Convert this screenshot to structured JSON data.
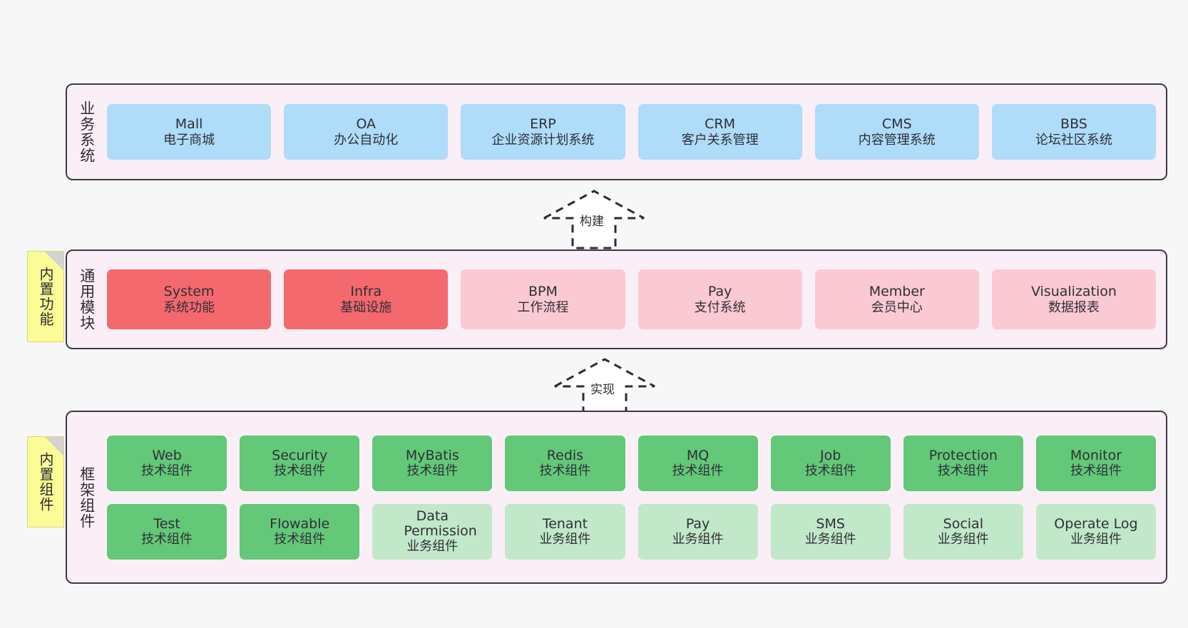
{
  "diagram": {
    "background_color": "#f7f7f7",
    "panel_bg": "#fbeff7",
    "panel_border": "#3b3b47",
    "note_color": "#fbfb97"
  },
  "layers": [
    {
      "id": "business",
      "title": "业务系统",
      "note": null,
      "rows": [
        {
          "cards": [
            {
              "en": "Mall",
              "cn": "电子商城",
              "color": "#aedcf9"
            },
            {
              "en": "OA",
              "cn": "办公自动化",
              "color": "#aedcf9"
            },
            {
              "en": "ERP",
              "cn": "企业资源计划系统",
              "color": "#aedcf9"
            },
            {
              "en": "CRM",
              "cn": "客户关系管理",
              "color": "#aedcf9"
            },
            {
              "en": "CMS",
              "cn": "内容管理系统",
              "color": "#aedcf9"
            },
            {
              "en": "BBS",
              "cn": "论坛社区系统",
              "color": "#aedcf9"
            }
          ]
        }
      ]
    },
    {
      "id": "module",
      "title": "通用模块",
      "note": "内置功能",
      "rows": [
        {
          "cards": [
            {
              "en": "System",
              "cn": "系统功能",
              "color": "#f4696e"
            },
            {
              "en": "Infra",
              "cn": "基础设施",
              "color": "#f4696e"
            },
            {
              "en": "BPM",
              "cn": "工作流程",
              "color": "#fbc9d2"
            },
            {
              "en": "Pay",
              "cn": "支付系统",
              "color": "#fbc9d2"
            },
            {
              "en": "Member",
              "cn": "会员中心",
              "color": "#fbc9d2"
            },
            {
              "en": "Visualization",
              "cn": "数据报表",
              "color": "#fbc9d2"
            }
          ]
        }
      ]
    },
    {
      "id": "framework",
      "title": "框架组件",
      "note": "内置组件",
      "rows": [
        {
          "cards": [
            {
              "en": "Web",
              "cn": "技术组件",
              "color": "#63c878"
            },
            {
              "en": "Security",
              "cn": "技术组件",
              "color": "#63c878"
            },
            {
              "en": "MyBatis",
              "cn": "技术组件",
              "color": "#63c878"
            },
            {
              "en": "Redis",
              "cn": "技术组件",
              "color": "#63c878"
            },
            {
              "en": "MQ",
              "cn": "技术组件",
              "color": "#63c878"
            },
            {
              "en": "Job",
              "cn": "技术组件",
              "color": "#63c878"
            },
            {
              "en": "Protection",
              "cn": "技术组件",
              "color": "#63c878"
            },
            {
              "en": "Monitor",
              "cn": "技术组件",
              "color": "#63c878"
            }
          ]
        },
        {
          "cards": [
            {
              "en": "Test",
              "cn": "技术组件",
              "color": "#63c878"
            },
            {
              "en": "Flowable",
              "cn": "技术组件",
              "color": "#63c878"
            },
            {
              "en": "Data Permission",
              "cn": "业务组件",
              "color": "#c1e8c9"
            },
            {
              "en": "Tenant",
              "cn": "业务组件",
              "color": "#c1e8c9"
            },
            {
              "en": "Pay",
              "cn": "业务组件",
              "color": "#c1e8c9"
            },
            {
              "en": "SMS",
              "cn": "业务组件",
              "color": "#c1e8c9"
            },
            {
              "en": "Social",
              "cn": "业务组件",
              "color": "#c1e8c9"
            },
            {
              "en": "Operate Log",
              "cn": "业务组件",
              "color": "#c1e8c9"
            }
          ]
        }
      ]
    }
  ],
  "connectors": [
    {
      "id": "build",
      "label": "构建",
      "style": "dashed-hollow-triangle-up"
    },
    {
      "id": "implement",
      "label": "实现",
      "style": "dashed-hollow-triangle-up"
    }
  ]
}
